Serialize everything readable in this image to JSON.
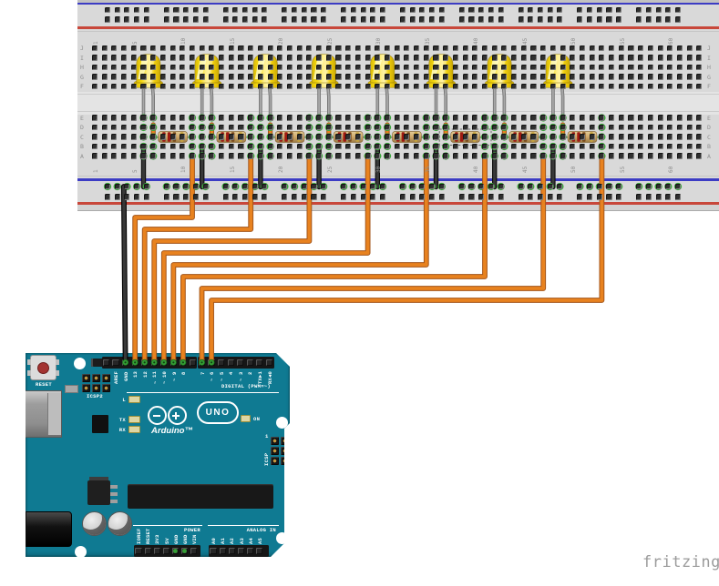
{
  "watermark": "fritzing",
  "palette": {
    "background": "#ffffff",
    "breadboard_body": "#d9d9d9",
    "breadboard_gap": "#e4e4e4",
    "rail_blue": "#3c3cc4",
    "rail_red": "#c8473a",
    "hole_dark": "#2f2f2f",
    "label_gray": "#8f8f8f",
    "highlight_green": "#3ea83e",
    "wire_orange": "#e8821f",
    "wire_orange_edge": "#a3561b",
    "wire_black": "#383838",
    "led_yellow": "#f6d90f",
    "led_highlight": "#fff6b8",
    "resistor_body": "#cfa86a",
    "resistor_band_colors": [
      "#9e1a12",
      "#9e1a12",
      "#7b4a1a",
      "#c7a43b"
    ],
    "board_teal": "#0f7a92",
    "silkscreen_white": "#ffffff",
    "watermark_gray": "#9b9b9b"
  },
  "breadboard": {
    "column_count": 63,
    "column_ticks": [
      1,
      5,
      10,
      15,
      20,
      25,
      30,
      35,
      40,
      45,
      50,
      55,
      60
    ],
    "row_letters_top": [
      "J",
      "I",
      "H",
      "G",
      "F"
    ],
    "row_letters_bottom": [
      "E",
      "D",
      "C",
      "B",
      "A"
    ],
    "rail_group_count": 10,
    "rail_group_size": 5,
    "rail_rows": 2
  },
  "circuit": {
    "groups": [
      {
        "led": "LED1",
        "cathode_col": 6,
        "anode_col": 7,
        "wire_col": 11,
        "arduino_pin": "13"
      },
      {
        "led": "LED2",
        "cathode_col": 12,
        "anode_col": 13,
        "wire_col": 17,
        "arduino_pin": "12"
      },
      {
        "led": "LED3",
        "cathode_col": 18,
        "anode_col": 19,
        "wire_col": 23,
        "arduino_pin": "11"
      },
      {
        "led": "LED4",
        "cathode_col": 24,
        "anode_col": 25,
        "wire_col": 29,
        "arduino_pin": "10"
      },
      {
        "led": "LED5",
        "cathode_col": 30,
        "anode_col": 31,
        "wire_col": 35,
        "arduino_pin": "9"
      },
      {
        "led": "LED6",
        "cathode_col": 36,
        "anode_col": 37,
        "wire_col": 41,
        "arduino_pin": "8",
        "selected": true
      },
      {
        "led": "LED7",
        "cathode_col": 42,
        "anode_col": 43,
        "wire_col": 47,
        "arduino_pin": "7"
      },
      {
        "led": "LED8",
        "cathode_col": 48,
        "anode_col": 49,
        "wire_col": 53,
        "arduino_pin": "6"
      }
    ],
    "resistor_bands": [
      "red",
      "red",
      "brown",
      "gold"
    ],
    "ground_wire": {
      "color": "black",
      "from": "bottom-rail",
      "to": "GND"
    }
  },
  "arduino": {
    "digital_header_1": [
      "",
      "AREF",
      "GND",
      "13",
      "12",
      "11",
      "10",
      "9",
      "8",
      ""
    ],
    "digital_header_2": [
      "7",
      "6",
      "5",
      "4",
      "3",
      "2",
      "TX►1",
      "RX◄0"
    ],
    "pwm_marked": [
      "11",
      "10",
      "9",
      "6",
      "5",
      "3"
    ],
    "power_header": [
      "IOREF",
      "RESET",
      "3V3",
      "5V",
      "GND",
      "GND",
      "VIN"
    ],
    "analog_header": [
      "A0",
      "A1",
      "A2",
      "A3",
      "A4",
      "A5"
    ],
    "silkscreen": {
      "reset": "RESET",
      "icsp2": "ICSP2",
      "icsp": "ICSP",
      "icsp_pin1": "1",
      "digital": "DIGITAL (PWM=~)",
      "power": "POWER",
      "analog_in": "ANALOG IN",
      "brand": "Arduino™",
      "model": "UNO",
      "led_l": "L",
      "led_tx": "TX",
      "led_rx": "RX",
      "led_on": "ON"
    }
  }
}
